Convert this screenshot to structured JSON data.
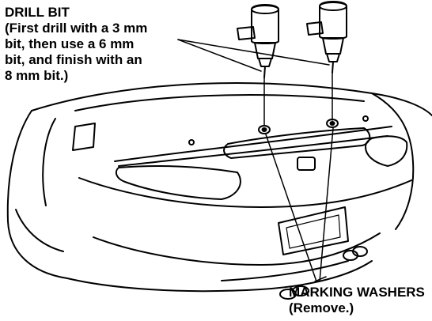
{
  "callouts": {
    "drill_bit": {
      "title": "DRILL BIT",
      "lines": [
        "(First drill with a 3 mm",
        "bit, then use a 6 mm",
        "bit,  and finish with an",
        "8 mm bit.)"
      ]
    },
    "marking_washers": {
      "title": "MARKING WASHERS",
      "note": "(Remove.)"
    }
  },
  "colors": {
    "ink": "#000000",
    "paper": "#ffffff"
  }
}
